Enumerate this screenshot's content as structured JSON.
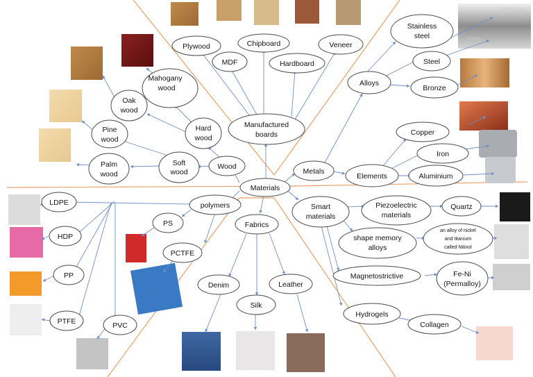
{
  "labels": {
    "materials": "Materials",
    "manufactured_boards": [
      "Manufactured",
      "boards"
    ],
    "plywood": "Plywood",
    "mdf": "MDF",
    "chipboard": "Chipboard",
    "hardboard": "Hardboard",
    "veneer": "Veneer",
    "wood": "Wood",
    "soft_wood": [
      "Soft",
      "wood"
    ],
    "hard_wood": [
      "Hard",
      "wood"
    ],
    "palm_wood": [
      "Palm",
      "wood"
    ],
    "pine_wood": [
      "Pine",
      "wood"
    ],
    "oak_wood": [
      "Oak",
      "wood"
    ],
    "mahogany_wood": [
      "Mahogany",
      "wood"
    ],
    "metals": "Metals",
    "alloys": "Alloys",
    "stainless_steel": [
      "Stainless",
      "steel"
    ],
    "steel": "Steel",
    "bronze": "Bronze",
    "elements": "Elements",
    "copper": "Copper",
    "iron": "Iron",
    "aluminium": "Aluminium",
    "polymers": "polymers",
    "ldpe": "LDPE",
    "hdp": "HDP",
    "pp": "PP",
    "ptfe": "PTFE",
    "pvc": "PVC",
    "ps": "PS",
    "pctfe": "PCTFE",
    "fabrics": "Fabrics",
    "denim": "Denim",
    "silk": "Silk",
    "leather": "Leather",
    "smart_materials": [
      "Smart",
      "materials"
    ],
    "piezoelectric": [
      "Piezoelectric",
      "materials"
    ],
    "quartz": "Quartz",
    "shape_memory": [
      "shape memory",
      "alloys"
    ],
    "nitinol": [
      "an alloy of nickel",
      "and titanium",
      "called Nitinol"
    ],
    "magnetostrictive": "Magnetostrictive",
    "fe_ni": [
      "Fe-Ni",
      "(Permalloy)"
    ],
    "hydrogels": "Hydrogels",
    "collagen": "Collagen"
  },
  "photo_labels": {
    "stainless": "STAINLESS",
    "steel": "STEEL"
  },
  "colors": {
    "edge": "#6f8fc7",
    "divider": "#e8a06a",
    "node_stroke": "#4a4a4a"
  }
}
